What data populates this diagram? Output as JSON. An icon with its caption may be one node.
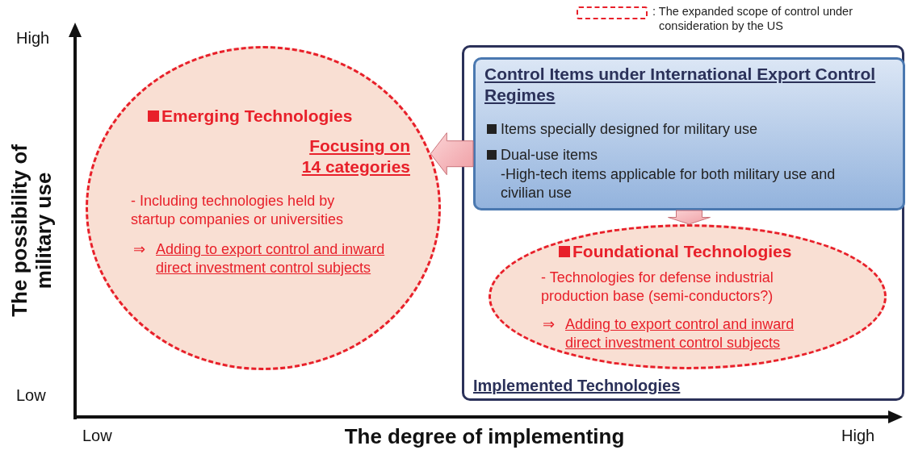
{
  "diagram": {
    "nodes": [
      {
        "text": [
          "Implemented Technologies"
        ]
      },
      {
        "text": [
          "Control Items under International Export Control Regimes",
          "Items specially designed for military use",
          "Dual-use items",
          "-High-tech items applicable for both military use and civilian use"
        ],
        "in": 0
      },
      {
        "text": [
          "Emerging Technologies",
          "Focusing on 14 categories",
          "- Including technologies held by startup companies or universities",
          "⇒",
          "Adding to export control and inward direct investment control subjects"
        ]
      },
      {
        "text": [
          "Foundational Technologies",
          "- Technologies for defense industrial production base (semi-conductors?)",
          "⇒",
          "Adding to export control and inward direct investment control subjects"
        ],
        "in": 0
      }
    ],
    "edges": [
      {
        "from": 1,
        "to": 2,
        "arrow": "to"
      },
      {
        "from": 1,
        "to": 3,
        "arrow": "to"
      }
    ],
    "labels": [
      "High",
      "The possibility of military use",
      "Low",
      "Low",
      "The degree of implementing",
      "High"
    ],
    "legend": [
      {
        "text": ": The expanded scope of control under consideration by the US"
      }
    ]
  }
}
